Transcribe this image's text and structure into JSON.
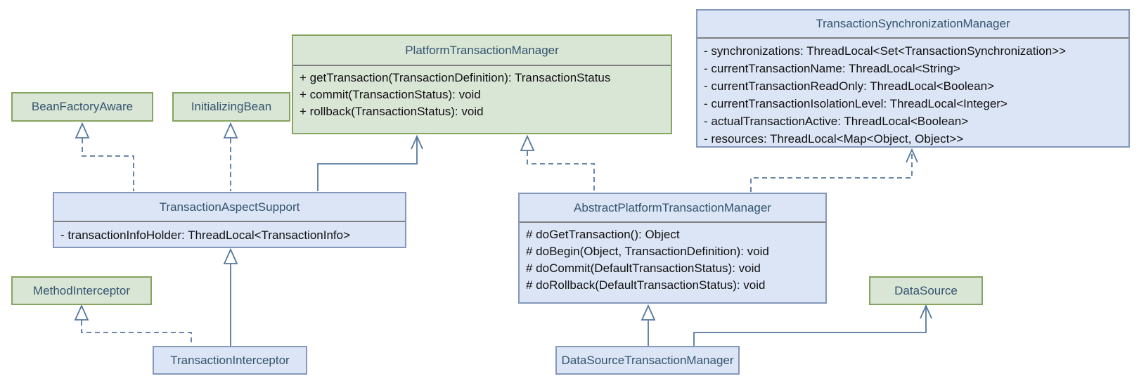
{
  "diagram": {
    "classes": {
      "beanFactoryAware": {
        "name": "BeanFactoryAware"
      },
      "initializingBean": {
        "name": "InitializingBean"
      },
      "platformTransactionManager": {
        "name": "PlatformTransactionManager",
        "members": [
          "+ getTransaction(TransactionDefinition): TransactionStatus",
          "+ commit(TransactionStatus): void",
          "+ rollback(TransactionStatus): void"
        ]
      },
      "transactionSynchronizationManager": {
        "name": "TransactionSynchronizationManager",
        "members": [
          "- synchronizations: ThreadLocal<Set<TransactionSynchronization>>",
          "- currentTransactionName: ThreadLocal<String>",
          "- currentTransactionReadOnly: ThreadLocal<Boolean>",
          "- currentTransactionIsolationLevel: ThreadLocal<Integer>",
          "- actualTransactionActive: ThreadLocal<Boolean>",
          "- resources: ThreadLocal<Map<Object, Object>>"
        ]
      },
      "transactionAspectSupport": {
        "name": "TransactionAspectSupport",
        "members": [
          "- transactionInfoHolder: ThreadLocal<TransactionInfo>"
        ]
      },
      "abstractPlatformTransactionManager": {
        "name": "AbstractPlatformTransactionManager",
        "members": [
          "# doGetTransaction(): Object",
          "# doBegin(Object, TransactionDefinition): void",
          "# doCommit(DefaultTransactionStatus): void",
          "# doRollback(DefaultTransactionStatus): void"
        ]
      },
      "methodInterceptor": {
        "name": "MethodInterceptor"
      },
      "dataSource": {
        "name": "DataSource"
      },
      "transactionInterceptor": {
        "name": "TransactionInterceptor"
      },
      "dataSourceTransactionManager": {
        "name": "DataSourceTransactionManager"
      }
    },
    "colors": {
      "interface_fill": "#d9e6d6",
      "interface_border": "#85a45f",
      "class_fill": "#dbe5f6",
      "class_border": "#8398ba",
      "title_text": "#34536e",
      "member_text": "#111111",
      "edge": "#54789e"
    }
  }
}
